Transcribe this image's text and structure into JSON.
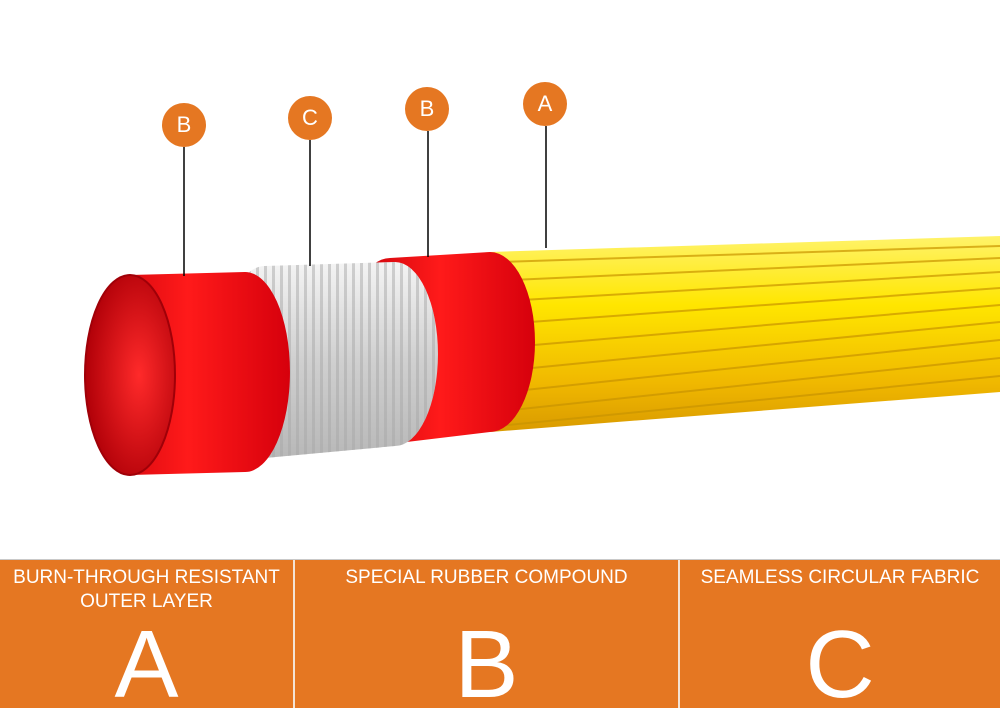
{
  "callouts": [
    {
      "letter": "B"
    },
    {
      "letter": "C"
    },
    {
      "letter": "B"
    },
    {
      "letter": "A"
    }
  ],
  "legend": [
    {
      "title_line1": "BURN-THROUGH RESISTANT",
      "title_line2": "OUTER LAYER",
      "letter": "A"
    },
    {
      "title_line1": "SPECIAL RUBBER COMPOUND",
      "title_line2": "",
      "letter": "B"
    },
    {
      "title_line1": "SEAMLESS CIRCULAR FABRIC",
      "title_line2": "",
      "letter": "C"
    }
  ],
  "colors": {
    "accent": "#E57722",
    "rubber": "#E8000F",
    "outer": "#F2D200",
    "fabric": "#D8D8D8"
  }
}
